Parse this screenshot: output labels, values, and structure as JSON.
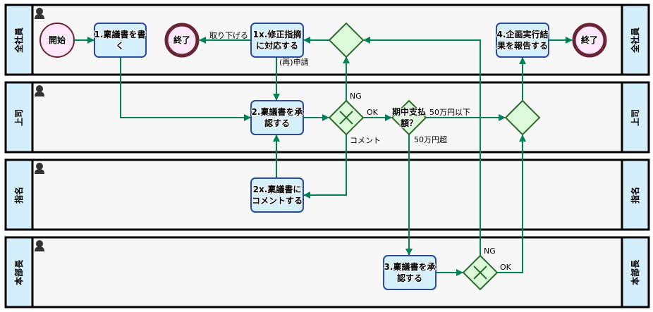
{
  "lanes": [
    {
      "id": "all-staff",
      "label": "全社員"
    },
    {
      "id": "boss",
      "label": "上司"
    },
    {
      "id": "nominee",
      "label": "指名"
    },
    {
      "id": "division-head",
      "label": "本部長"
    }
  ],
  "events": {
    "start": "開始",
    "end_withdraw": "終了",
    "end_report": "終了"
  },
  "tasks": {
    "t1_line1": "1.稟議書を書",
    "t1_line2": "く",
    "t1x_line1": "1x.修正指摘",
    "t1x_line2": "に対応する",
    "t2_line1": "2.稟議書を承",
    "t2_line2": "認する",
    "t2x_line1": "2x.稟議書に",
    "t2x_line2": "コメントする",
    "t3_line1": "3.稟議書を承",
    "t3_line2": "認する",
    "t4_line1": "4.企画実行結",
    "t4_line2": "果を報告する"
  },
  "gateways": {
    "amount_line1": "期中支払",
    "amount_line2": "額？"
  },
  "flow_labels": {
    "withdraw": "取り下げる",
    "resubmit": "(再)申請",
    "boss_ng": "NG",
    "boss_ok": "OK",
    "boss_comment": "コメント",
    "under_500k": "50万円以下",
    "over_500k": "50万円超",
    "head_ng": "NG",
    "head_ok": "OK"
  },
  "colors": {
    "flow": "#008055",
    "task_fill": "#d6effc",
    "task_border": "#2b4a9a",
    "gateway_fill": "#dcfad9",
    "gateway_border": "#2d6a2d",
    "event_fill": "#fce8f8",
    "event_border": "#6b2436",
    "lane_header": "#d4eefb"
  }
}
